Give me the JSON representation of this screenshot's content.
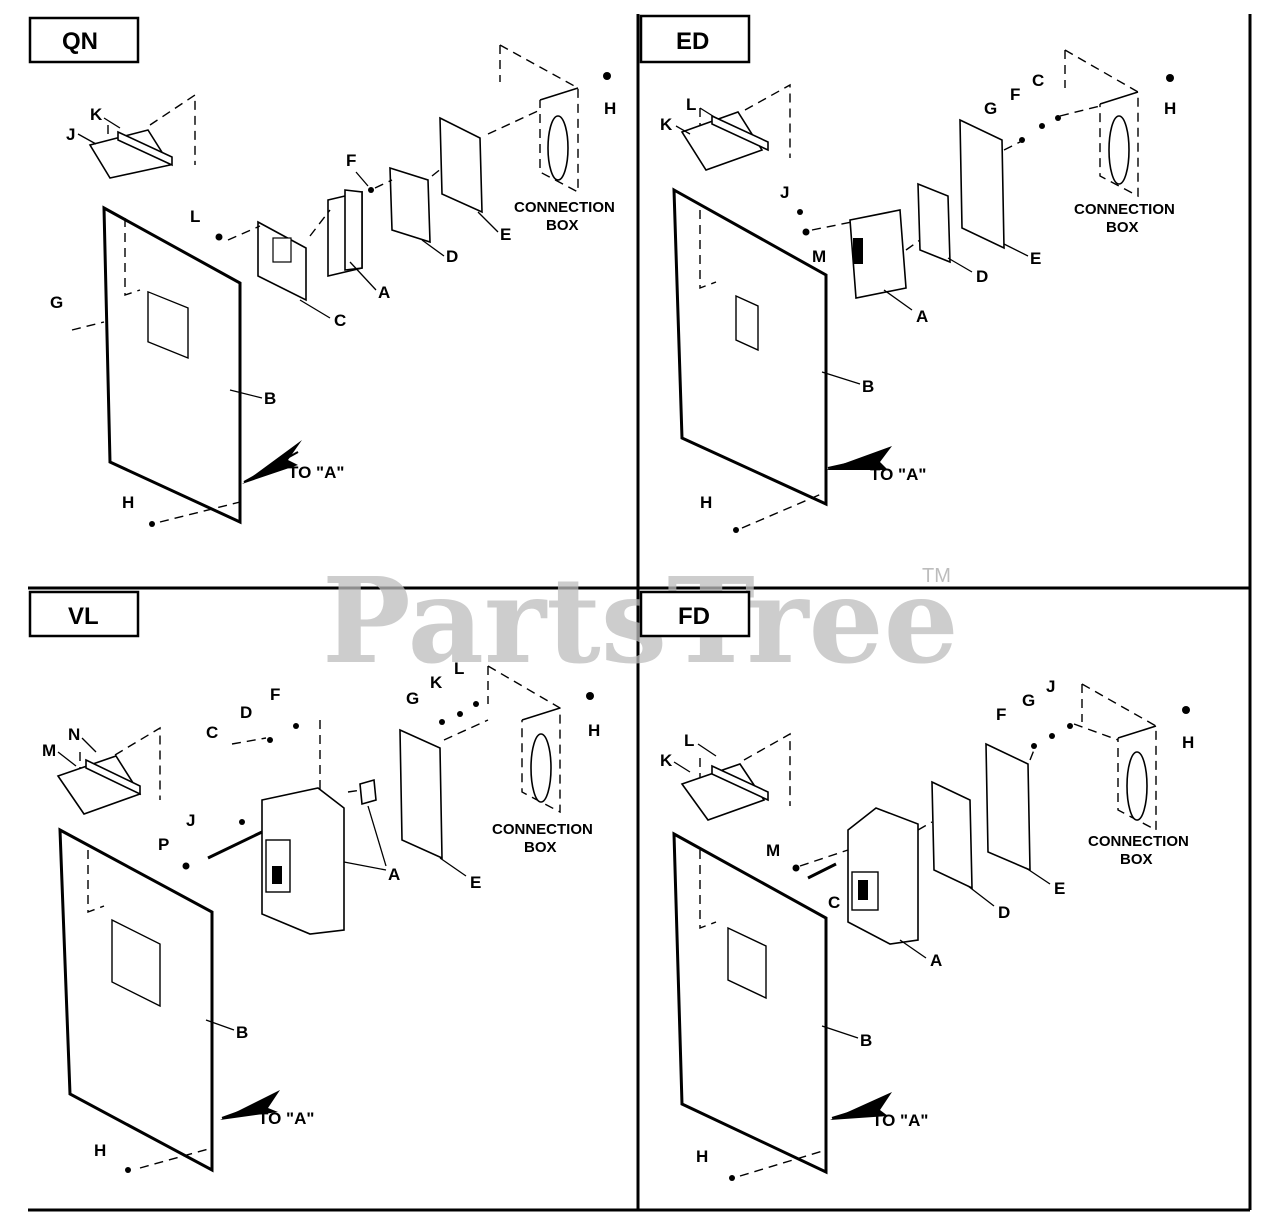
{
  "watermark": {
    "text": "PartsTree",
    "trademark": "TM"
  },
  "panels": [
    {
      "id": "qn",
      "title": "QN",
      "to_label": "TO \"A\"",
      "connection_box": [
        "CONNECTION",
        "BOX"
      ],
      "labels": [
        "K",
        "J",
        "L",
        "G",
        "B",
        "H",
        "C",
        "A",
        "F",
        "D",
        "E",
        "H"
      ]
    },
    {
      "id": "ed",
      "title": "ED",
      "to_label": "TO \"A\"",
      "connection_box": [
        "CONNECTION",
        "BOX"
      ],
      "labels": [
        "L",
        "K",
        "J",
        "M",
        "A",
        "B",
        "H",
        "G",
        "F",
        "C",
        "D",
        "E",
        "H"
      ]
    },
    {
      "id": "vl",
      "title": "VL",
      "to_label": "TO \"A\"",
      "connection_box": [
        "CONNECTION",
        "BOX"
      ],
      "labels": [
        "M",
        "N",
        "P",
        "J",
        "B",
        "H",
        "C",
        "D",
        "F",
        "A",
        "G",
        "K",
        "L",
        "E",
        "H"
      ]
    },
    {
      "id": "fd",
      "title": "FD",
      "to_label": "TO \"A\"",
      "connection_box": [
        "CONNECTION",
        "BOX"
      ],
      "labels": [
        "L",
        "K",
        "M",
        "C",
        "A",
        "B",
        "H",
        "F",
        "G",
        "J",
        "D",
        "E",
        "H"
      ]
    }
  ]
}
